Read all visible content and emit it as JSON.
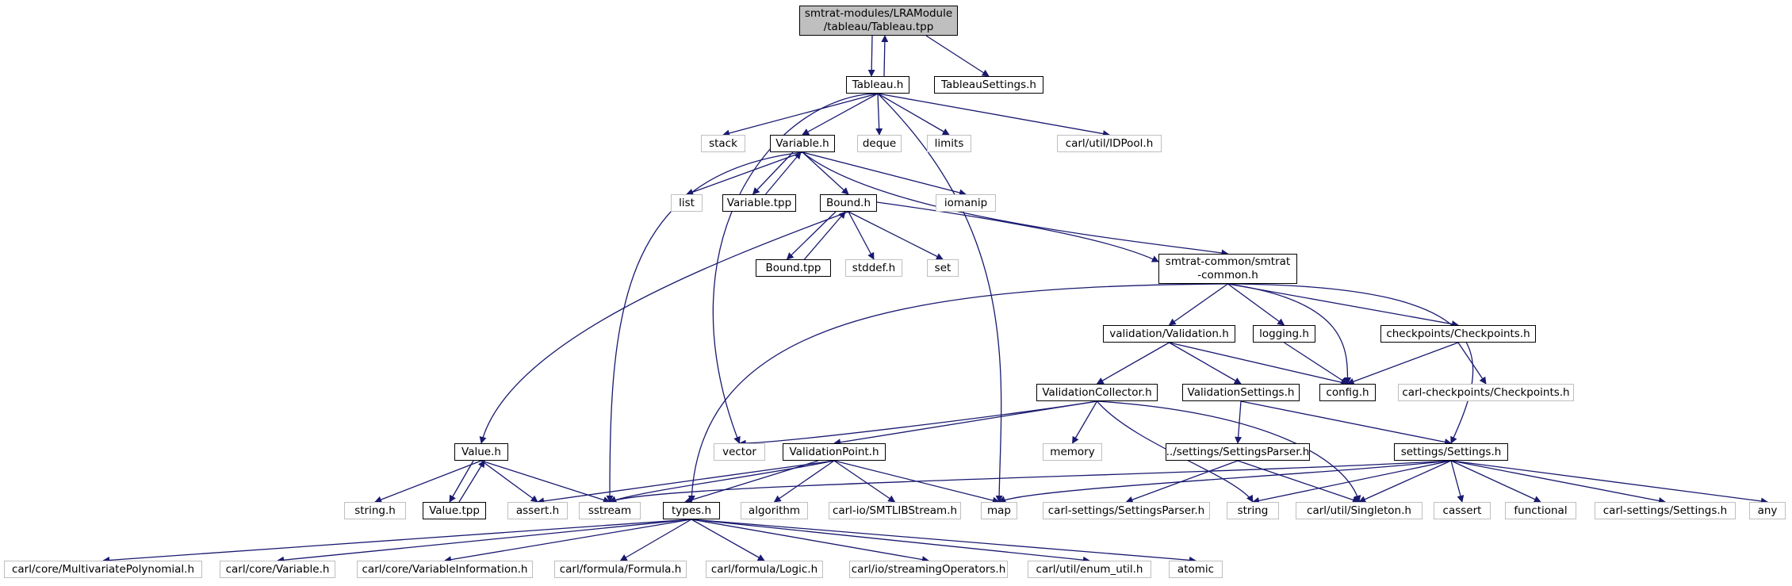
{
  "colors": {
    "edge": "#191970",
    "root_fill": "#bfbfbf",
    "ext_border": "#bfbfbf",
    "doc_border": "#000000"
  },
  "nodes": {
    "root": "smtrat-modules/LRAModule\n/tableau/Tableau.tpp",
    "tableau_h": "Tableau.h",
    "tableau_settings": "TableauSettings.h",
    "stack": "stack",
    "variable_h": "Variable.h",
    "deque": "deque",
    "limits": "limits",
    "idpool": "carl/util/IDPool.h",
    "list": "list",
    "variable_tpp": "Variable.tpp",
    "bound_h": "Bound.h",
    "iomanip": "iomanip",
    "bound_tpp": "Bound.tpp",
    "stddef": "stddef.h",
    "set": "set",
    "smtrat_common": "smtrat-common/smtrat\n-common.h",
    "validation_h": "validation/Validation.h",
    "logging_h": "logging.h",
    "checkpoints_h": "checkpoints/Checkpoints.h",
    "validation_collector": "ValidationCollector.h",
    "validation_settings": "ValidationSettings.h",
    "config_h": "config.h",
    "carl_checkpoints": "carl-checkpoints/Checkpoints.h",
    "value_h": "Value.h",
    "vector": "vector",
    "validation_point": "ValidationPoint.h",
    "memory": "memory",
    "settings_parser": "../settings/SettingsParser.h",
    "settings_h": "settings/Settings.h",
    "string_h": "string.h",
    "value_tpp": "Value.tpp",
    "assert_h": "assert.h",
    "sstream": "sstream",
    "types_h": "types.h",
    "algorithm": "algorithm",
    "smtlib_stream": "carl-io/SMTLIBStream.h",
    "map": "map",
    "carl_settings_parser": "carl-settings/SettingsParser.h",
    "string": "string",
    "singleton": "carl/util/Singleton.h",
    "cassert": "cassert",
    "functional": "functional",
    "carl_settings": "carl-settings/Settings.h",
    "any": "any",
    "mvpoly": "carl/core/MultivariatePolynomial.h",
    "carl_variable": "carl/core/Variable.h",
    "carl_varinfo": "carl/core/VariableInformation.h",
    "formula": "carl/formula/Formula.h",
    "logic": "carl/formula/Logic.h",
    "streaming_ops": "carl/io/streamingOperators.h",
    "enum_util": "carl/util/enum_util.h",
    "atomic": "atomic"
  }
}
